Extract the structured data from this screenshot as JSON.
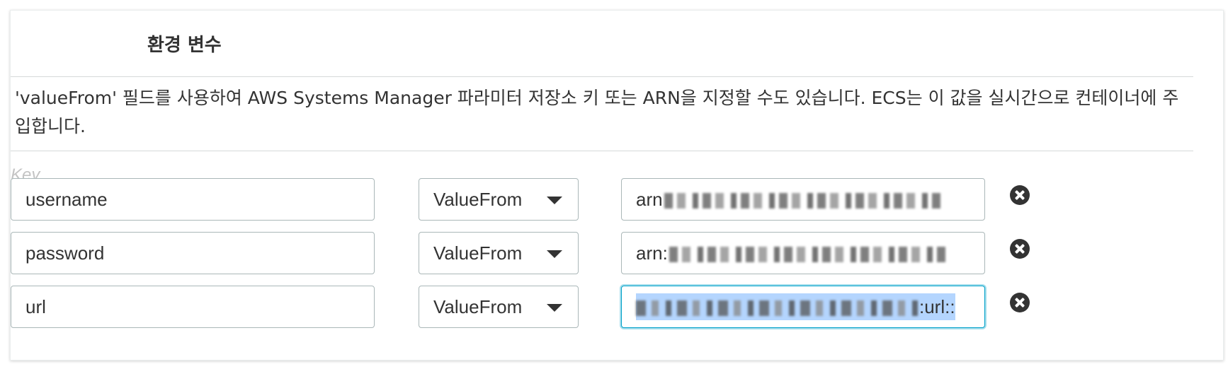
{
  "section": {
    "title": "환경 변수",
    "description": "'valueFrom' 필드를 사용하여 AWS Systems Manager 파라미터 저장소 키 또는 ARN을 지정할 수도 있습니다. ECS는 이 값을 실시간으로 컨테이너에 주입합니다."
  },
  "columns": {
    "key_placeholder": "Key"
  },
  "rows": [
    {
      "key": "username",
      "type": "ValueFrom",
      "value_prefix": "arn",
      "value_suffix": ""
    },
    {
      "key": "password",
      "type": "ValueFrom",
      "value_prefix": "arn:",
      "value_suffix": ""
    },
    {
      "key": "url",
      "type": "ValueFrom",
      "value_prefix": "",
      "value_suffix": ":url::"
    }
  ],
  "icons": {
    "remove": "remove-circle-icon",
    "dropdown": "caret-down-icon"
  },
  "colors": {
    "focus_border": "#00a1c9",
    "selection": "#b4d5fe"
  }
}
